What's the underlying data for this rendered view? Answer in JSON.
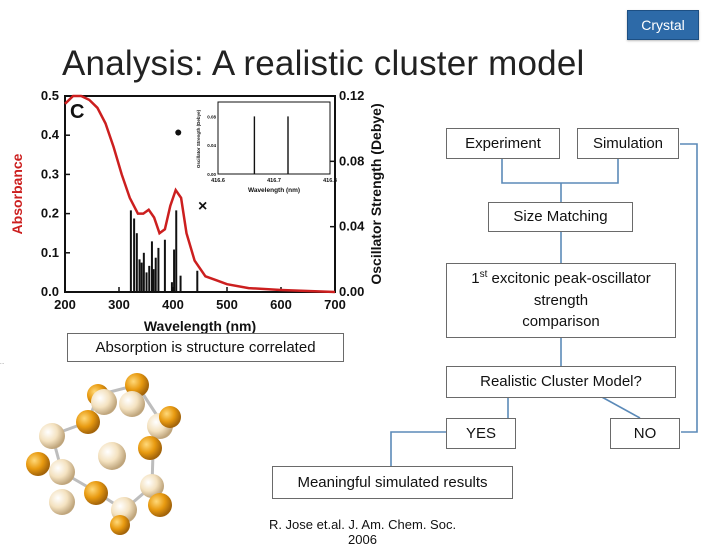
{
  "slide": {
    "title": "Analysis: A realistic cluster model",
    "tag": "Crystal"
  },
  "figure": {
    "panel_letter": "C",
    "caption": "Absorption is structure correlated",
    "tiny_label": "..."
  },
  "chart_data": {
    "type": "line",
    "xlabel": "Wavelength (nm)",
    "ylabel_left": "Absorbance",
    "ylabel_right": "Oscillator Strength (Debye)",
    "xlim": [
      200,
      700
    ],
    "ylim_left": [
      0,
      0.5
    ],
    "ylim_right": [
      0,
      0.12
    ],
    "x_ticks": [
      "200",
      "300",
      "400",
      "500",
      "600",
      "700"
    ],
    "y_ticks_left": [
      "0.0",
      "0.1",
      "0.2",
      "0.3",
      "0.4",
      "0.5"
    ],
    "y_ticks_right": [
      "0.00",
      "0.04",
      "0.08",
      "0.12"
    ],
    "series": [
      {
        "kind": "absorbance-curve",
        "color": "#cc1f1f",
        "x": [
          200,
          215,
          230,
          245,
          260,
          275,
          290,
          305,
          320,
          335,
          345,
          355,
          365,
          375,
          385,
          395,
          405,
          415,
          425,
          440,
          460,
          480,
          500,
          540,
          600,
          700
        ],
        "y": [
          0.48,
          0.5,
          0.5,
          0.49,
          0.47,
          0.43,
          0.37,
          0.3,
          0.24,
          0.2,
          0.2,
          0.21,
          0.19,
          0.15,
          0.16,
          0.22,
          0.26,
          0.24,
          0.15,
          0.08,
          0.04,
          0.03,
          0.02,
          0.01,
          0.005,
          0.0
        ]
      },
      {
        "kind": "oscillator-sticks",
        "color": "#111111",
        "x": [
          322,
          328,
          333,
          338,
          342,
          346,
          351,
          356,
          361,
          364,
          368,
          373,
          385,
          398,
          402,
          406,
          414,
          445
        ],
        "y": [
          0.05,
          0.045,
          0.036,
          0.02,
          0.018,
          0.024,
          0.012,
          0.016,
          0.031,
          0.014,
          0.021,
          0.027,
          0.032,
          0.006,
          0.026,
          0.05,
          0.01,
          0.013
        ]
      }
    ],
    "markers": [
      {
        "symbol": "●",
        "x": 410,
        "y": 0.41
      },
      {
        "symbol": "×",
        "x": 455,
        "y": 0.22
      }
    ],
    "inset": {
      "xlabel": "Wavelength (nm)",
      "ylabel": "Oscillator Strength (Debye)",
      "x_ticks": [
        "416.6",
        "416.7",
        "416.8"
      ],
      "y_ticks": [
        "0.00",
        "0.04",
        "0.08"
      ],
      "sticks_x": [
        416.665,
        416.725
      ],
      "sticks_y": [
        0.08,
        0.08
      ]
    }
  },
  "flow": {
    "experiment": "Experiment",
    "simulation": "Simulation",
    "size_matching": "Size Matching",
    "exciton_ordinal": "1",
    "exciton_sup": "st",
    "exciton_line1": "excitonic peak-oscillator",
    "exciton_line2": "strength",
    "exciton_line3": "comparison",
    "realistic": "Realistic Cluster Model?",
    "yes": "YES",
    "no": "NO",
    "meaningful": "Meaningful simulated results"
  },
  "reference": "R. Jose et.al. J. Am. Chem. Soc. 2006",
  "colors": {
    "connector": "#5b8ab8",
    "tag_bg": "#2d6aa8",
    "gold_atom": "#e89a10",
    "cream_atom": "#f4e2c0"
  }
}
